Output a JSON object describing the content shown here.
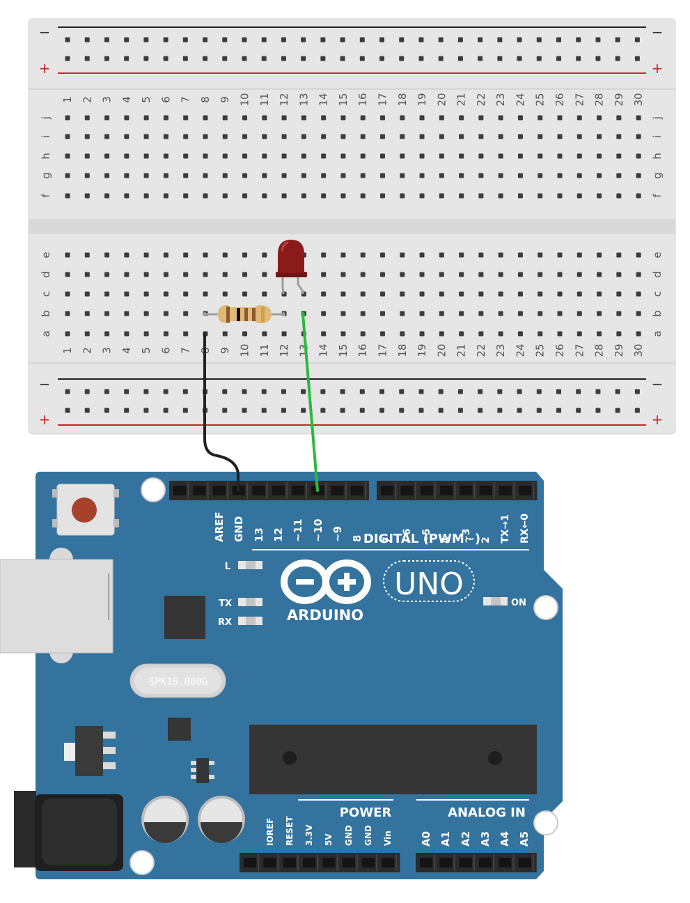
{
  "breadboard": {
    "rail_minus": "−",
    "rail_plus": "+",
    "top_rows": [
      "j",
      "i",
      "h",
      "g",
      "f"
    ],
    "bottom_rows": [
      "e",
      "d",
      "c",
      "b",
      "a"
    ],
    "columns": [
      "1",
      "2",
      "3",
      "4",
      "5",
      "6",
      "7",
      "8",
      "9",
      "10",
      "11",
      "12",
      "13",
      "14",
      "15",
      "16",
      "17",
      "18",
      "19",
      "20",
      "21",
      "22",
      "23",
      "24",
      "25",
      "26",
      "27",
      "28",
      "29",
      "30"
    ]
  },
  "arduino": {
    "brand": "ARDUINO",
    "model": "UNO",
    "digital_title": "DIGITAL (PWM~)",
    "power_title": "POWER",
    "analog_title": "ANALOG IN",
    "header_left_pins": [
      "AREF",
      "GND",
      "13",
      "12",
      "~11",
      "~10",
      "~9",
      "8"
    ],
    "header_right_pins": [
      "7",
      "~6",
      "~5",
      "4",
      "~3",
      "2",
      "TX→1",
      "RX←0"
    ],
    "power_pins": [
      "IOREF",
      "RESET",
      "3.3V",
      "5V",
      "GND",
      "GND",
      "Vin"
    ],
    "analog_pins": [
      "A0",
      "A1",
      "A2",
      "A3",
      "A4",
      "A5"
    ],
    "led_labels": {
      "l": "L",
      "tx": "TX",
      "rx": "RX",
      "on": "ON"
    },
    "crystal": "SPK16.000G"
  },
  "colors": {
    "board_blue": "#33739E",
    "breadboard": "#E6E6E6",
    "rail_red": "#C62828",
    "wire_green": "#2DB83D",
    "wire_black": "#222222",
    "led_red": "#8B1A1A"
  }
}
